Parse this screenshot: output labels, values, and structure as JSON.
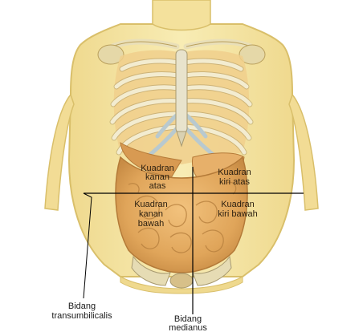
{
  "diagram": {
    "quadrants": {
      "upper_right": [
        "Kuadran",
        "kanan",
        "atas"
      ],
      "upper_left": [
        "Kuadran",
        "kiri atas"
      ],
      "lower_right": [
        "Kuadran",
        "kanan",
        "bawah"
      ],
      "lower_left": [
        "Kuadran",
        "kiri bawah"
      ]
    },
    "planes": {
      "transumbilical": [
        "Bidang",
        "transumbilicalis"
      ],
      "median": [
        "Bidang",
        "medianus"
      ]
    },
    "colors": {
      "skin": "#f6e7a6",
      "skin_edge": "#d9bf6a",
      "bone": "#eee6c4",
      "cartilage": "#b8c9cf",
      "organ": "#e6ae63",
      "organ_dark": "#c58a3e"
    }
  }
}
